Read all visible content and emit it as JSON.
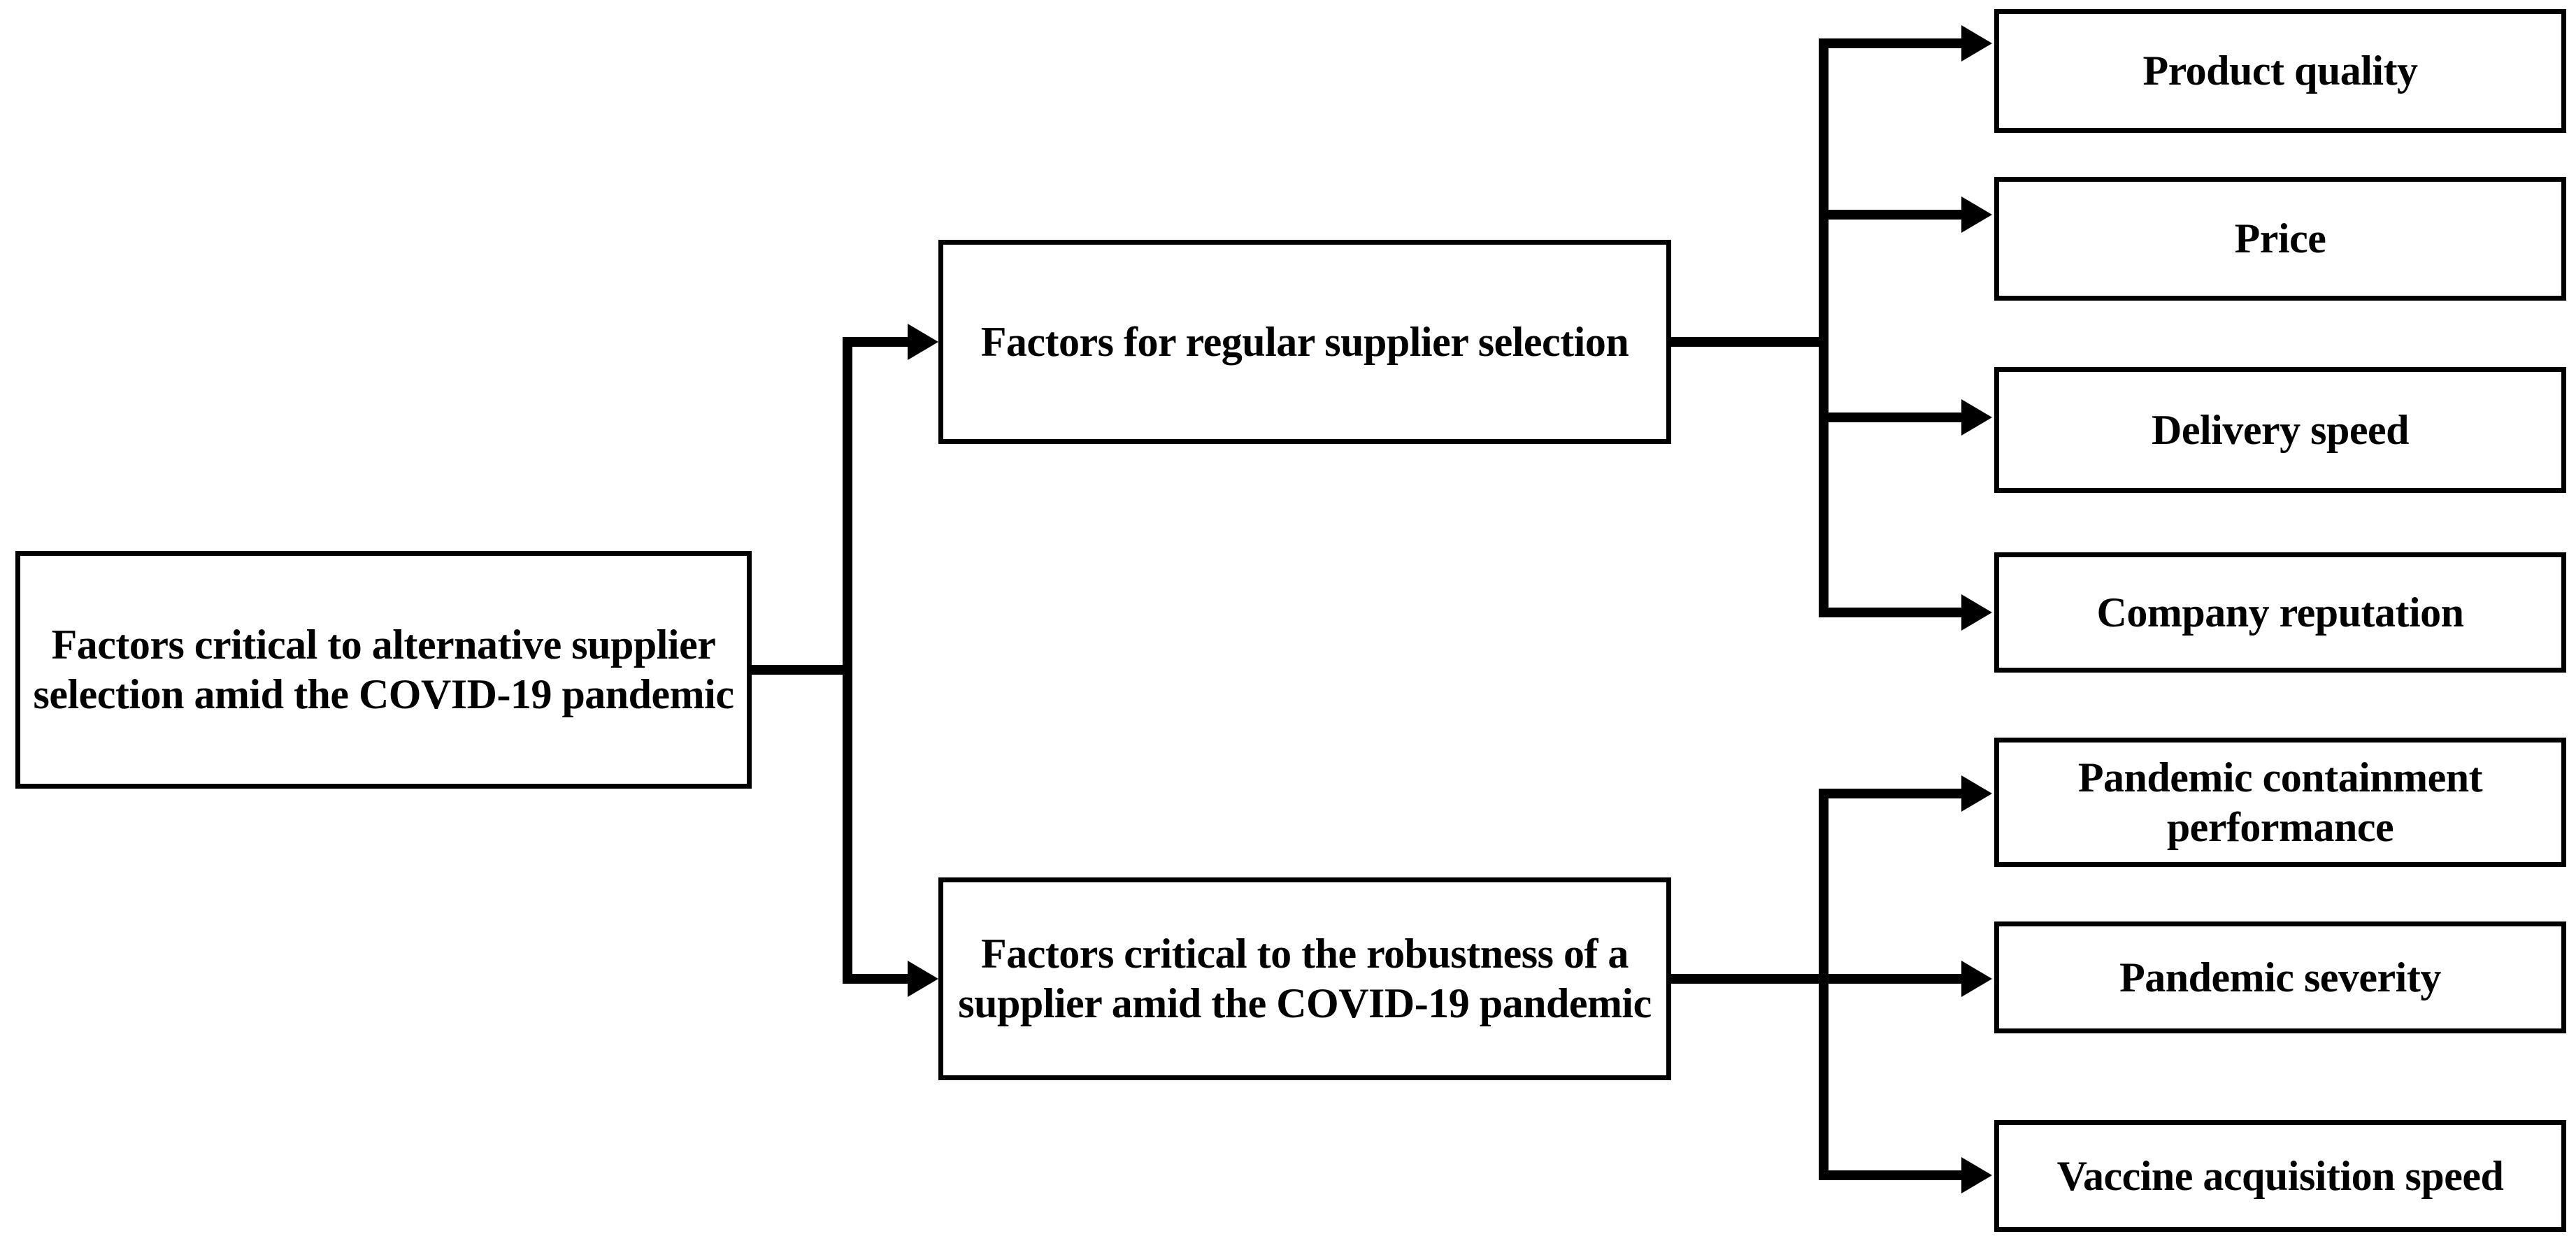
{
  "diagram": {
    "title": "Factors critical to alternative supplier selection amid the COVID-19 pandemic",
    "type": "hierarchy-tree",
    "orientation": "left-to-right",
    "colors": {
      "background": "#ffffff",
      "box_border": "#000000",
      "box_fill": "#ffffff",
      "connector": "#000000",
      "text": "#000000"
    },
    "root": {
      "label": "Factors critical to alternative supplier selection amid the COVID-19 pandemic"
    },
    "branches": [
      {
        "label": "Factors for regular supplier selection",
        "children": [
          {
            "label": "Product quality"
          },
          {
            "label": "Price"
          },
          {
            "label": "Delivery speed"
          },
          {
            "label": "Company reputation"
          }
        ]
      },
      {
        "label": "Factors critical to the robustness of a supplier amid the COVID-19 pandemic",
        "children": [
          {
            "label": "Pandemic containment performance"
          },
          {
            "label": "Pandemic severity"
          },
          {
            "label": "Vaccine acquisition speed"
          }
        ]
      }
    ],
    "leaves_flat": [
      "Product quality",
      "Price",
      "Delivery speed",
      "Company reputation",
      "Pandemic containment performance",
      "Pandemic severity",
      "Vaccine acquisition speed"
    ]
  }
}
